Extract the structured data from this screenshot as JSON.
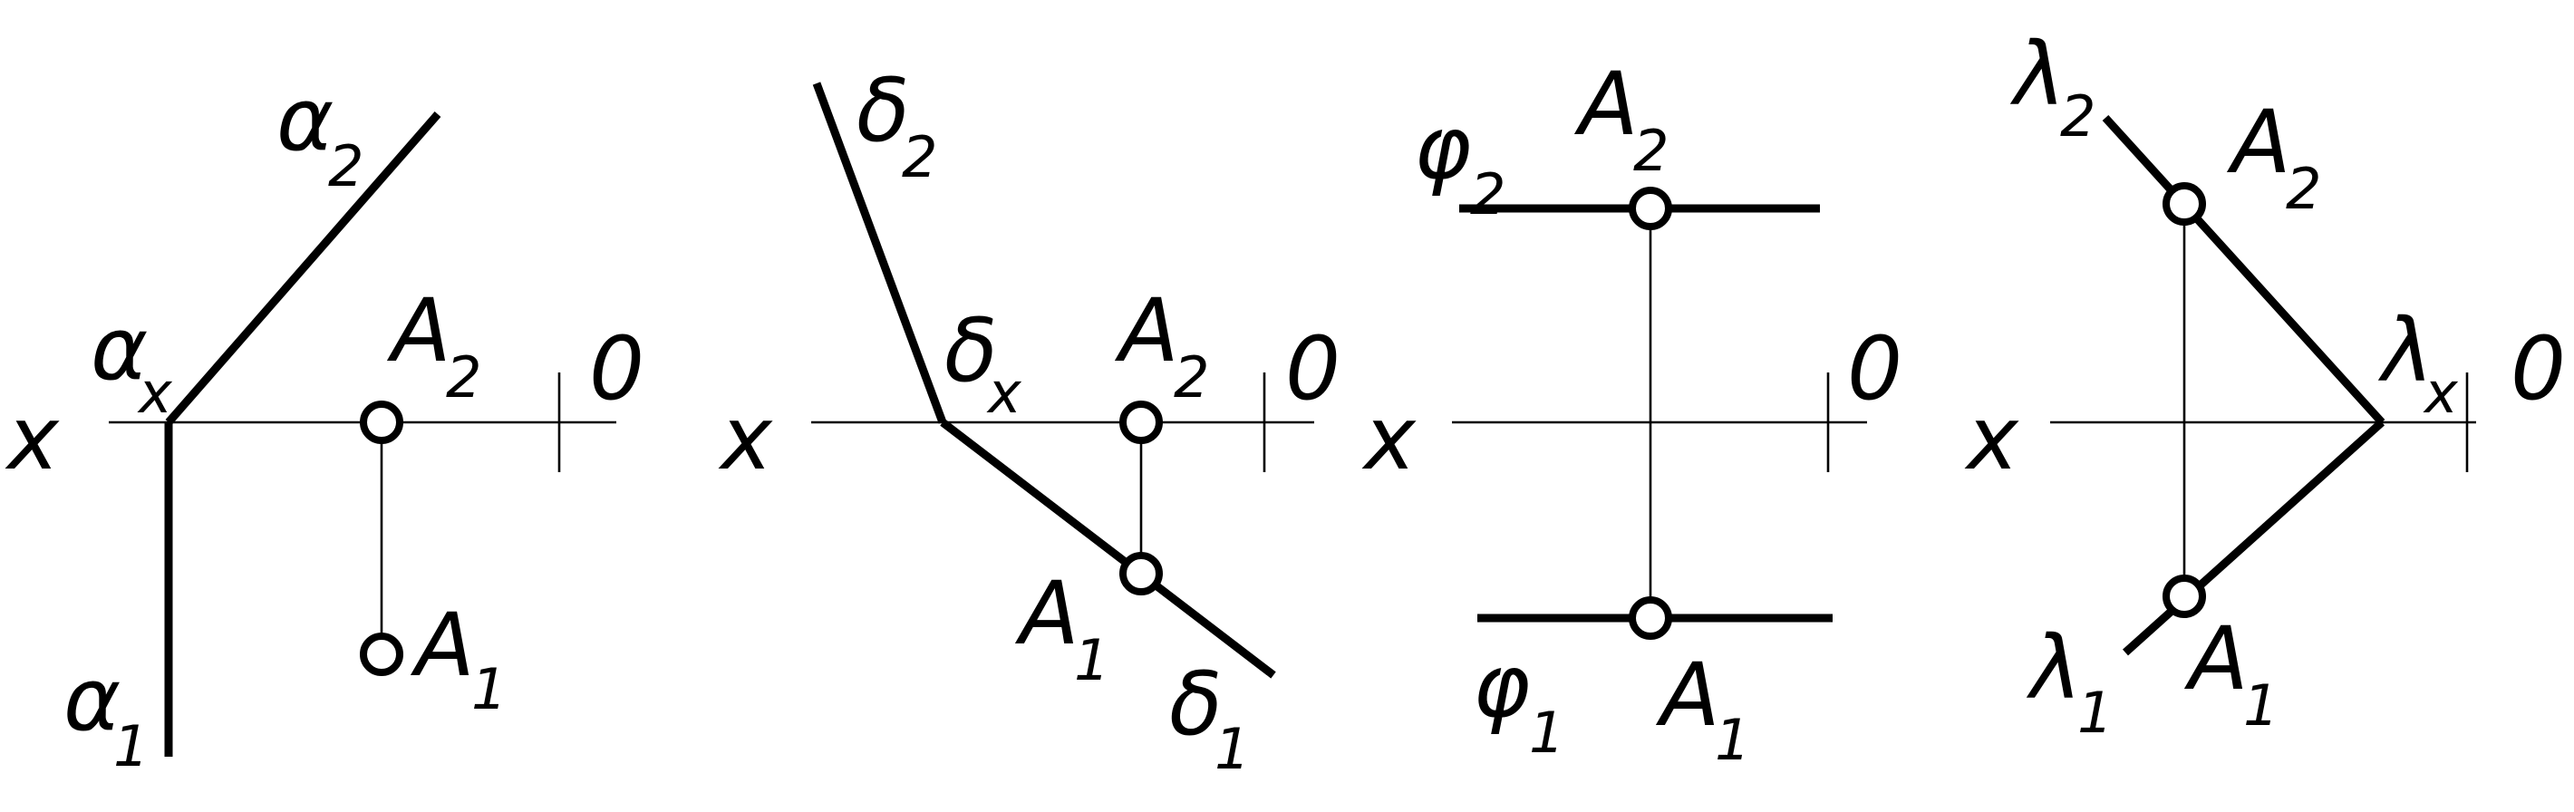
{
  "diagrams": [
    {
      "id": "alpha",
      "x_label": "x",
      "o_label": "0",
      "trace_upper": {
        "letter": "α",
        "subscript": "2"
      },
      "trace_vertex": {
        "letter": "α",
        "subscript": "x"
      },
      "trace_lower": {
        "letter": "α",
        "subscript": "1"
      },
      "point_upper": {
        "letter": "A",
        "subscript": "2"
      },
      "point_lower": {
        "letter": "A",
        "subscript": "1"
      }
    },
    {
      "id": "delta",
      "x_label": "x",
      "o_label": "0",
      "trace_upper": {
        "letter": "δ",
        "subscript": "2"
      },
      "trace_vertex": {
        "letter": "δ",
        "subscript": "x"
      },
      "trace_lower": {
        "letter": "δ",
        "subscript": "1"
      },
      "point_upper": {
        "letter": "A",
        "subscript": "2"
      },
      "point_lower": {
        "letter": "A",
        "subscript": "1"
      }
    },
    {
      "id": "phi",
      "x_label": "x",
      "o_label": "0",
      "trace_upper": {
        "letter": "φ",
        "subscript": "2"
      },
      "trace_lower": {
        "letter": "φ",
        "subscript": "1"
      },
      "point_upper": {
        "letter": "A",
        "subscript": "2"
      },
      "point_lower": {
        "letter": "A",
        "subscript": "1"
      }
    },
    {
      "id": "lambda",
      "x_label": "x",
      "o_label": "0",
      "trace_upper": {
        "letter": "λ",
        "subscript": "2"
      },
      "trace_vertex": {
        "letter": "λ",
        "subscript": "x"
      },
      "trace_lower": {
        "letter": "λ",
        "subscript": "1"
      },
      "point_upper": {
        "letter": "A",
        "subscript": "2"
      },
      "point_lower": {
        "letter": "A",
        "subscript": "1"
      }
    }
  ]
}
